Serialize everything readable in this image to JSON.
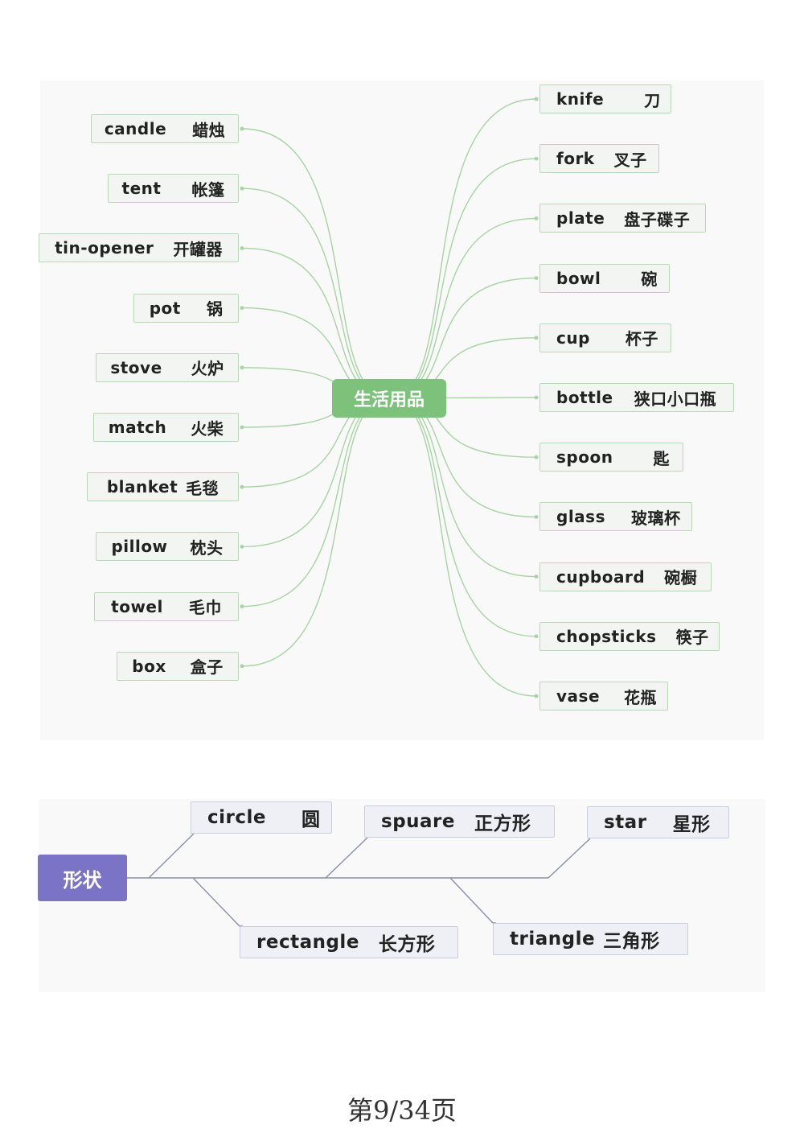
{
  "mindmap": {
    "center": "生活用品",
    "left_items": [
      {
        "en": "candle",
        "zh": "蜡烛"
      },
      {
        "en": "tent",
        "zh": "帐篷"
      },
      {
        "en": "tin-opener",
        "zh": "开罐器"
      },
      {
        "en": "pot",
        "zh": "锅"
      },
      {
        "en": "stove",
        "zh": "火炉"
      },
      {
        "en": "match",
        "zh": "火柴"
      },
      {
        "en": "blanket",
        "zh": "毛毯"
      },
      {
        "en": "pillow",
        "zh": "枕头"
      },
      {
        "en": "towel",
        "zh": "毛巾"
      },
      {
        "en": "box",
        "zh": "盒子"
      }
    ],
    "right_items": [
      {
        "en": "knife",
        "zh": "刀"
      },
      {
        "en": "fork",
        "zh": "叉子"
      },
      {
        "en": "plate",
        "zh": "盘子碟子"
      },
      {
        "en": "bowl",
        "zh": "碗"
      },
      {
        "en": "cup",
        "zh": "杯子"
      },
      {
        "en": "bottle",
        "zh": "狭口小口瓶"
      },
      {
        "en": "spoon",
        "zh": "匙"
      },
      {
        "en": "glass",
        "zh": "玻璃杯"
      },
      {
        "en": "cupboard",
        "zh": "碗橱"
      },
      {
        "en": "chopsticks",
        "zh": "筷子"
      },
      {
        "en": "vase",
        "zh": "花瓶"
      }
    ]
  },
  "shapes": {
    "root": "形状",
    "top_items": [
      {
        "en": "circle",
        "zh": "圆"
      },
      {
        "en": "spuare",
        "zh": "正方形"
      },
      {
        "en": "star",
        "zh": "星形"
      }
    ],
    "bottom_items": [
      {
        "en": "rectangle",
        "zh": "长方形"
      },
      {
        "en": "triangle",
        "zh": "三角形"
      }
    ]
  },
  "footer": {
    "page": "第9/34页"
  },
  "colors": {
    "mindmap_line": "#a8d3a4",
    "center_fill": "#7dc27a",
    "shape_root_fill": "#7b73c5",
    "shape_line": "#8a8fa8"
  }
}
